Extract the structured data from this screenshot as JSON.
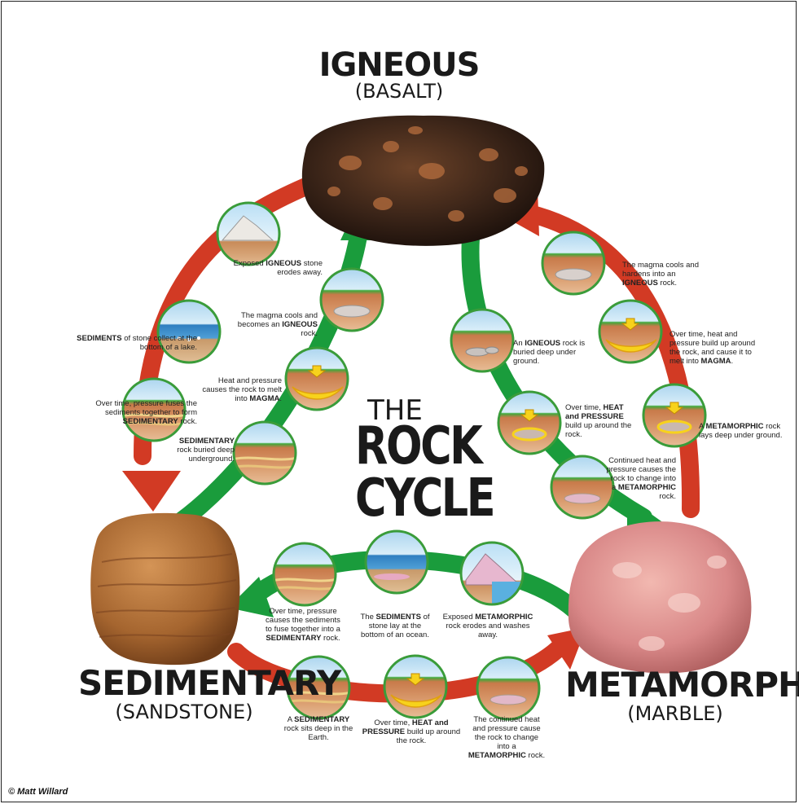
{
  "rocks": {
    "igneous": {
      "title": "IGNEOUS",
      "subtitle": "(BASALT)"
    },
    "sedimentary": {
      "title": "SEDIMENTARY",
      "subtitle": "(SANDSTONE)"
    },
    "metamorphic": {
      "title": "METAMORPHIC",
      "subtitle": "(MARBLE)"
    }
  },
  "center": {
    "line1": "THE",
    "line2": "ROCK",
    "line3": "CYCLE"
  },
  "captions": {
    "c1": {
      "pre": "Exposed ",
      "bold": "IGNEOUS",
      "post": " stone erodes away."
    },
    "c2": {
      "pre": "",
      "bold": "SEDIMENTS",
      "post": " of stone collect at the bottom of a lake."
    },
    "c3": {
      "pre": "Over time, pressure fuses the sediments together to form ",
      "bold": "SEDIMENTARY",
      "post": " rock."
    },
    "c4": {
      "pre": "The magma cools and becomes an ",
      "bold": "IGNEOUS",
      "post": " rock."
    },
    "c5": {
      "pre": "Heat and pressure causes the rock to melt into ",
      "bold": "MAGMA",
      "post": "."
    },
    "c6": {
      "pre": "",
      "bold": "SEDIMENTARY",
      "post": " rock buried deep underground."
    },
    "c7": {
      "pre": "An ",
      "bold": "IGNEOUS",
      "post": " rock is buried deep under ground."
    },
    "c8": {
      "pre": "Over time, ",
      "bold": "HEAT and PRESSURE",
      "post": " build up around the rock."
    },
    "c9": {
      "pre": "Continued heat and pressure causes the rock to change into a ",
      "bold": "METAMORPHIC",
      "post": " rock."
    },
    "c10": {
      "pre": "The magma cools and hardens into an ",
      "bold": "IGNEOUS",
      "post": " rock."
    },
    "c11": {
      "pre": "Over time, heat and pressure build up around the rock, and cause it to melt into ",
      "bold": "MAGMA",
      "post": "."
    },
    "c12": {
      "pre": "A ",
      "bold": "METAMORPHIC",
      "post": " rock lays deep under ground."
    },
    "c13": {
      "pre": "Over time, pressure causes the sediments to fuse together into a ",
      "bold": "SEDIMENTARY",
      "post": " rock."
    },
    "c14": {
      "pre": "The ",
      "bold": "SEDIMENTS",
      "post": " of stone lay at the bottom of an ocean."
    },
    "c15": {
      "pre": "Exposed ",
      "bold": "METAMORPHIC",
      "post": " rock erodes and washes away."
    },
    "c16": {
      "pre": "A ",
      "bold": "SEDIMENTARY",
      "post": " rock sits deep in the Earth."
    },
    "c17": {
      "pre": "Over time, ",
      "bold": "HEAT and PRESSURE",
      "post": " build up around the rock."
    },
    "c18": {
      "pre": "The continued heat and pressure cause the rock to change into a ",
      "bold": "METAMORPHIC",
      "post": " rock."
    }
  },
  "credit": "© Matt Willard",
  "colors": {
    "red_arrow": "#d23a24",
    "green_arrow": "#1a9c3c",
    "circle_border": "#3a9c3a",
    "basalt": "#3a2418",
    "sandstone": "#b2703e",
    "marble": "#d98888"
  }
}
